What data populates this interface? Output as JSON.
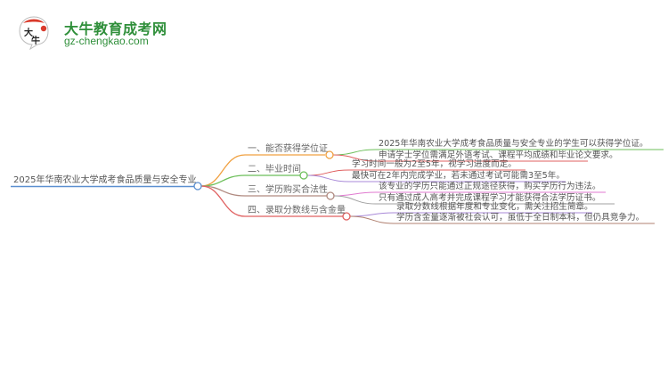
{
  "logo": {
    "title": "大牛教育成考网",
    "url": "gz-chengkao.com",
    "badge_text": "大牛",
    "brand_color": "#2f8f3a"
  },
  "mindmap": {
    "root": {
      "label": "2025年华南农业大学成考食品质量与安全专业",
      "color": "#5b8fd0"
    },
    "branches": [
      {
        "label": "一、能否获得学位证",
        "color": "#f0a040",
        "leaves": [
          {
            "text": "2025年华南农业大学成考食品质量与安全专业的学生可以获得学位证。",
            "color": "#6cbf5a"
          },
          {
            "text": "申请学士学位需满足外语考试、课程平均成绩和毕业论文要求。",
            "color": "#e06060"
          }
        ]
      },
      {
        "label": "二、毕业时间",
        "color": "#6cbf5a",
        "leaves": [
          {
            "text": "学习时间一般为2至5年，视学习进度而定。",
            "color": "#e06060"
          },
          {
            "text": "最快可在2年内完成学业，若未通过考试可能需3至5年。",
            "color": "#a98ad8"
          }
        ]
      },
      {
        "label": "三、学历购买合法性",
        "color": "#b08a80",
        "leaves": [
          {
            "text": "该专业的学历只能通过正规途径获得，购买学历行为违法。",
            "color": "#e07ad0"
          },
          {
            "text": "只有通过成人高考并完成课程学习才能获得合法学历证书。",
            "color": "#a0a0a0"
          }
        ]
      },
      {
        "label": "四、录取分数线与含金量",
        "color": "#e06060",
        "leaves": [
          {
            "text": "录取分数线根据年度和专业变化，需关注招生简章。",
            "color": "#a98ad8"
          },
          {
            "text": "学历含金量逐渐被社会认可，虽低于全日制本科，但仍具竞争力。",
            "color": "#b08070"
          }
        ]
      }
    ]
  }
}
